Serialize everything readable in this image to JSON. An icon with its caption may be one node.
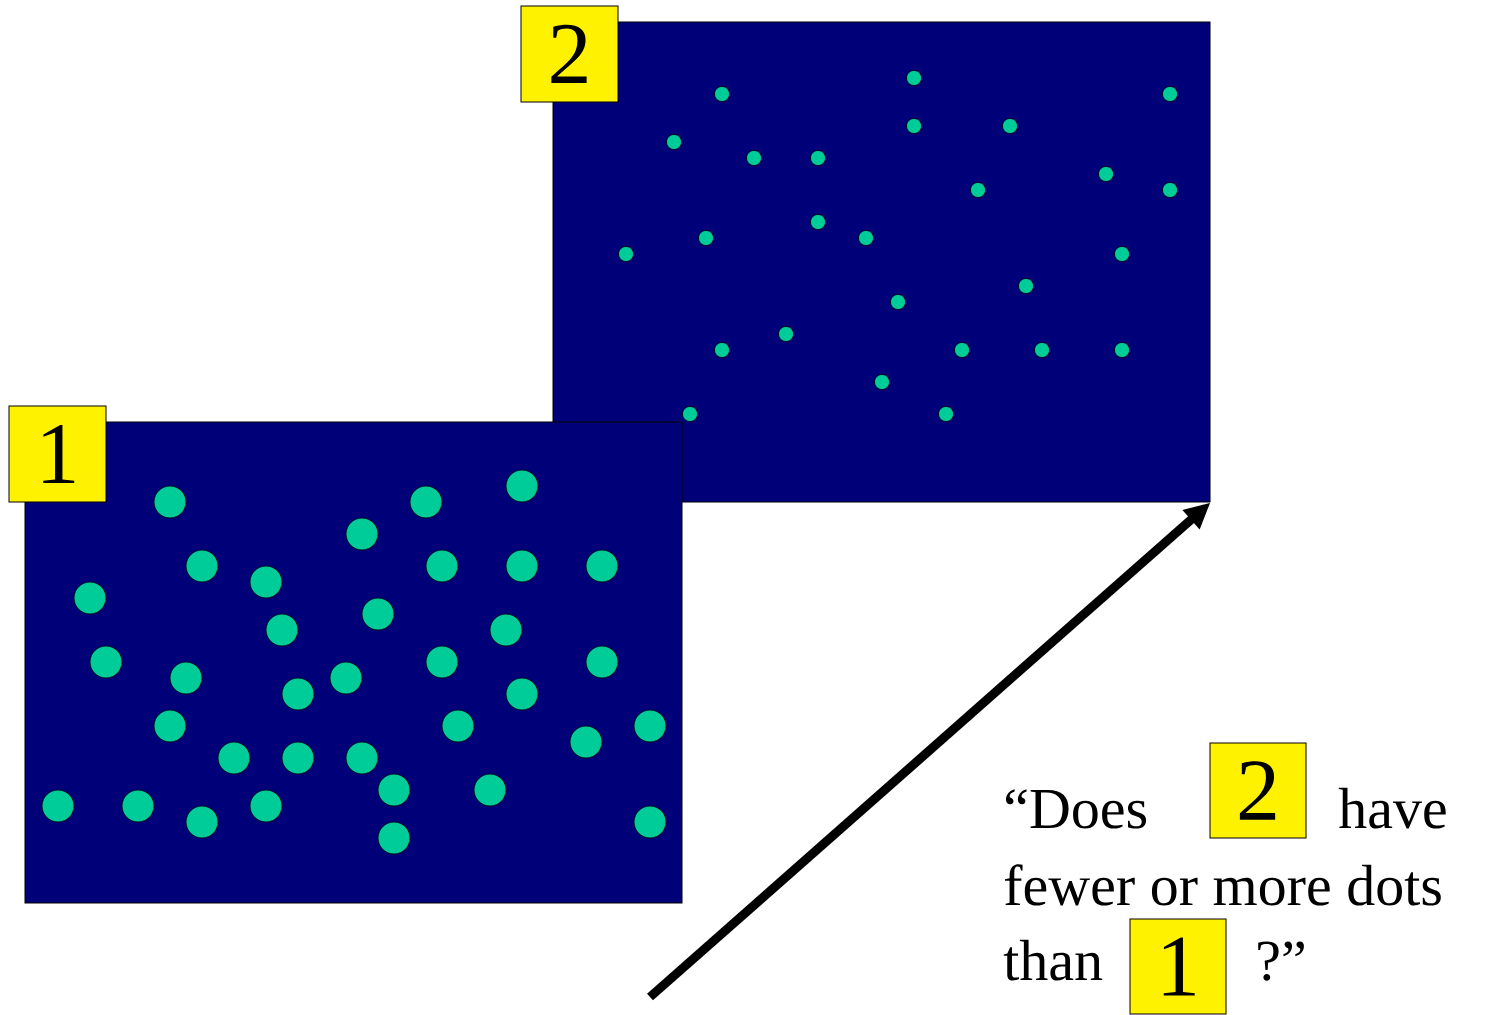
{
  "diagram": {
    "nodes": [
      {
        "text": [
          "2"
        ]
      },
      {
        "text": [],
        "shape": "picture"
      },
      {
        "text": [
          "1"
        ]
      },
      {
        "text": [],
        "shape": "picture"
      },
      {
        "text": [
          "2"
        ]
      },
      {
        "text": [
          "1"
        ]
      }
    ],
    "edges": [
      {
        "from": null,
        "to": 1,
        "arrow": "to"
      }
    ],
    "labels": [
      "“Does",
      "have",
      "fewer or more dots",
      "than",
      "?”"
    ]
  }
}
